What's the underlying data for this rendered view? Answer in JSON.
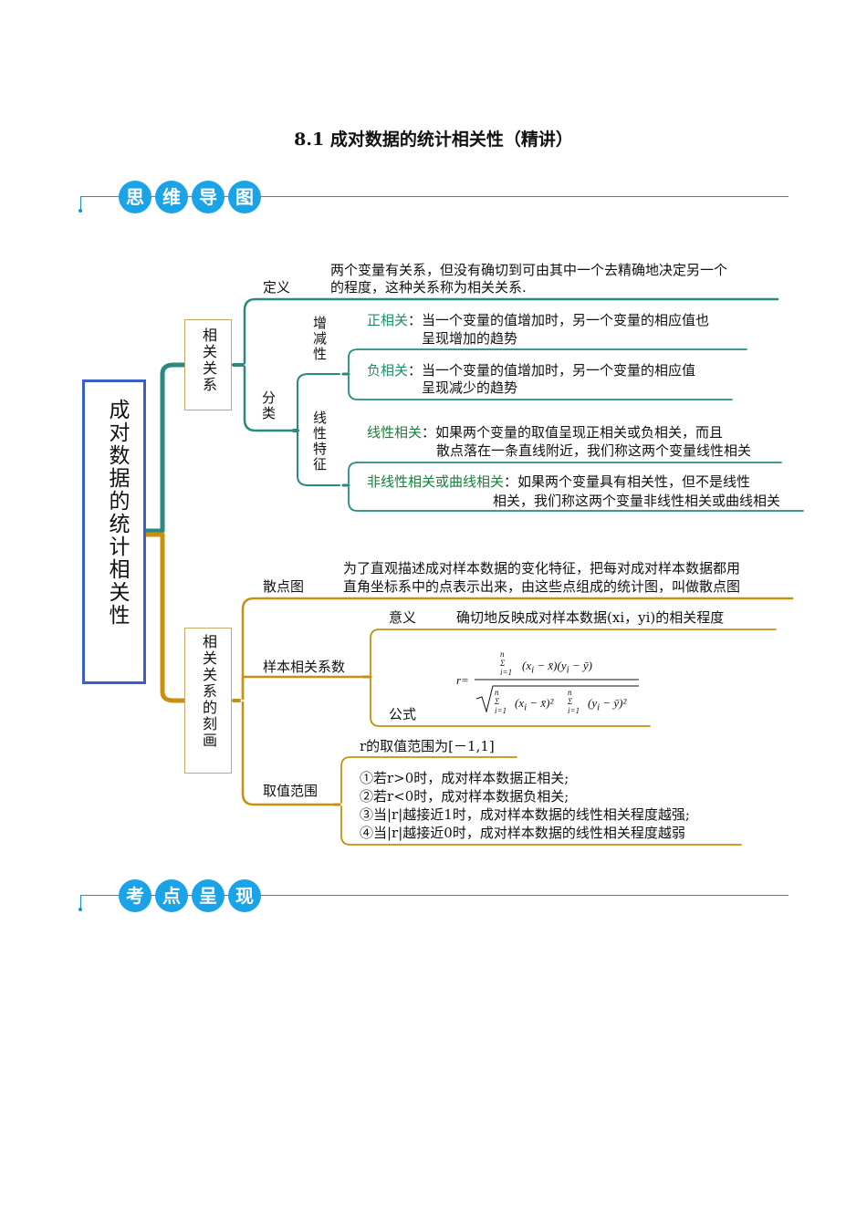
{
  "title": "8.1 成对数据的统计相关性（精讲）",
  "banner_top": [
    "思",
    "维",
    "导",
    "图"
  ],
  "banner_bottom": [
    "考",
    "点",
    "呈",
    "现"
  ],
  "colors": {
    "blue_banner": "#1ba3e8",
    "teal_branch": "#2a8a80",
    "gold_branch": "#c8900c",
    "root_border": "#3a5fc8",
    "green_text": "#1b8f6a"
  },
  "root": "成对数据的统计相关性",
  "branch1": {
    "label": "相关关系",
    "definition": {
      "label": "定义",
      "text1": "两个变量有关系，但没有确切到可由其中一个去精确地决定另一个",
      "text2": "的程度，这种关系称为相关关系."
    },
    "classification": {
      "label": "分类",
      "trend": {
        "label": "增减性",
        "positive_term": "正相关",
        "positive_text1": "：当一个变量的值增加时，另一个变量的相应值也",
        "positive_text2": "呈现增加的趋势",
        "negative_term": "负相关",
        "negative_text1": "：当一个变量的值增加时，另一个变量的相应值",
        "negative_text2": "呈现减少的趋势"
      },
      "linearity": {
        "label": "线性特征",
        "linear_term": "线性相关",
        "linear_text1": "：如果两个变量的取值呈现正相关或负相关，而且",
        "linear_text2": "散点落在一条直线附近，我们称这两个变量线性相关",
        "nonlinear_term": "非线性相关或曲线相关",
        "nonlinear_text1": "：如果两个变量具有相关性，但不是线性",
        "nonlinear_text2": "相关，我们称这两个变量非线性相关或曲线相关"
      }
    }
  },
  "branch2": {
    "label": "相关关系的刻画",
    "scatter": {
      "label": "散点图",
      "text1": "为了直观描述成对样本数据的变化特征，把每对成对样本数据都用",
      "text2": "直角坐标系中的点表示出来，由这些点组成的统计图，叫做散点图"
    },
    "coefficient": {
      "label": "样本相关系数",
      "meaning_label": "意义",
      "meaning_text": "确切地反映成对样本数据(xi，yi)的相关程度",
      "formula_label": "公式"
    },
    "range": {
      "label": "取值范围",
      "header": "r的取值范围为[－1,1]",
      "items": [
        "①若r>0时，成对样本数据正相关;",
        "②若r<0时，成对样本数据负相关;",
        "③当|r|越接近1时，成对样本数据的线性相关程度越强;",
        "④当|r|越接近0时，成对样本数据的线性相关程度越弱"
      ]
    }
  }
}
